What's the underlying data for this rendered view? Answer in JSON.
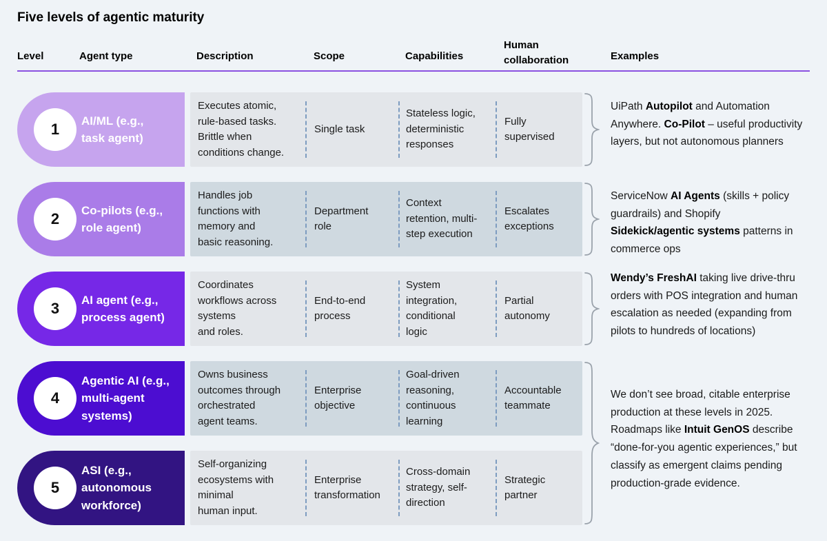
{
  "title": "Five levels of agentic maturity",
  "columns": {
    "level": "Level",
    "agent_type": "Agent type",
    "description": "Description",
    "scope": "Scope",
    "capabilities": "Capabilities",
    "human_collaboration": "Human collaboration",
    "examples": "Examples"
  },
  "colors": {
    "background": "#eff3f7",
    "header_rule": "#8a50e0",
    "dashed_divider": "#7d9cc0",
    "brace": "#9aa2ab"
  },
  "rows": [
    {
      "level": "1",
      "agent_type": "AI/ML (e.g.,\ntask agent)",
      "pill_color": "#c6a4ee",
      "panel_color": "#e3e6ea",
      "description": "Executes atomic,\nrule-based tasks.\nBrittle when\nconditions change.",
      "scope": "Single task",
      "capabilities": "Stateless logic,\ndeterministic\nresponses",
      "human_collaboration": "Fully\nsupervised"
    },
    {
      "level": "2",
      "agent_type": "Co-pilots (e.g.,\nrole agent)",
      "pill_color": "#aa7ce8",
      "panel_color": "#cfd9e0",
      "description": "Handles job\nfunctions with\nmemory and\nbasic reasoning.",
      "scope": "Department\nrole",
      "capabilities": "Context\nretention, multi-\nstep execution",
      "human_collaboration": "Escalates\nexceptions"
    },
    {
      "level": "3",
      "agent_type": "AI agent (e.g.,\nprocess agent)",
      "pill_color": "#7628e7",
      "panel_color": "#e3e6ea",
      "description": "Coordinates\nworkflows across\nsystems\nand roles.",
      "scope": "End-to-end\nprocess",
      "capabilities": "System\nintegration,\nconditional\nlogic",
      "human_collaboration": "Partial\nautonomy"
    },
    {
      "level": "4",
      "agent_type": "Agentic AI (e.g.,\nmulti-agent\nsystems)",
      "pill_color": "#4c0dd1",
      "panel_color": "#cfd9e0",
      "description": "Owns business\noutcomes through\norchestrated\nagent teams.",
      "scope": "Enterprise\nobjective",
      "capabilities": "Goal-driven\nreasoning,\ncontinuous\nlearning",
      "human_collaboration": "Accountable\nteammate"
    },
    {
      "level": "5",
      "agent_type": "ASI (e.g.,\nautonomous\nworkforce)",
      "pill_color": "#321482",
      "panel_color": "#e3e6ea",
      "description": "Self-organizing\necosystems with\nminimal\nhuman input.",
      "scope": "Enterprise\ntransformation",
      "capabilities": "Cross-domain\nstrategy, self-\ndirection",
      "human_collaboration": "Strategic\npartner"
    }
  ],
  "examples": [
    {
      "for_levels": "1",
      "segments": [
        {
          "t": "UiPath "
        },
        {
          "t": "Autopilot",
          "b": true
        },
        {
          "t": " and Automation Anywhere. "
        },
        {
          "t": "Co-Pilot",
          "b": true
        },
        {
          "t": " – useful productivity layers, but not autonomous planners"
        }
      ]
    },
    {
      "for_levels": "2",
      "segments": [
        {
          "t": "ServiceNow "
        },
        {
          "t": "AI Agents",
          "b": true
        },
        {
          "t": " (skills + policy guardrails) and Shopify "
        },
        {
          "t": "Sidekick/agentic systems",
          "b": true
        },
        {
          "t": " patterns in commerce ops"
        }
      ]
    },
    {
      "for_levels": "3",
      "segments": [
        {
          "t": "Wendy’s FreshAI",
          "b": true
        },
        {
          "t": " taking live drive-thru orders with POS integration and human escalation as needed (expanding from pilots to hundreds of locations)"
        }
      ]
    },
    {
      "for_levels": "4-5",
      "segments": [
        {
          "t": "We don’t see broad, citable enterprise production at these levels in 2025. Roadmaps like "
        },
        {
          "t": "Intuit GenOS",
          "b": true
        },
        {
          "t": " describe “done-for-you agentic experiences,” but classify as emergent claims pending production-grade evidence."
        }
      ]
    }
  ]
}
